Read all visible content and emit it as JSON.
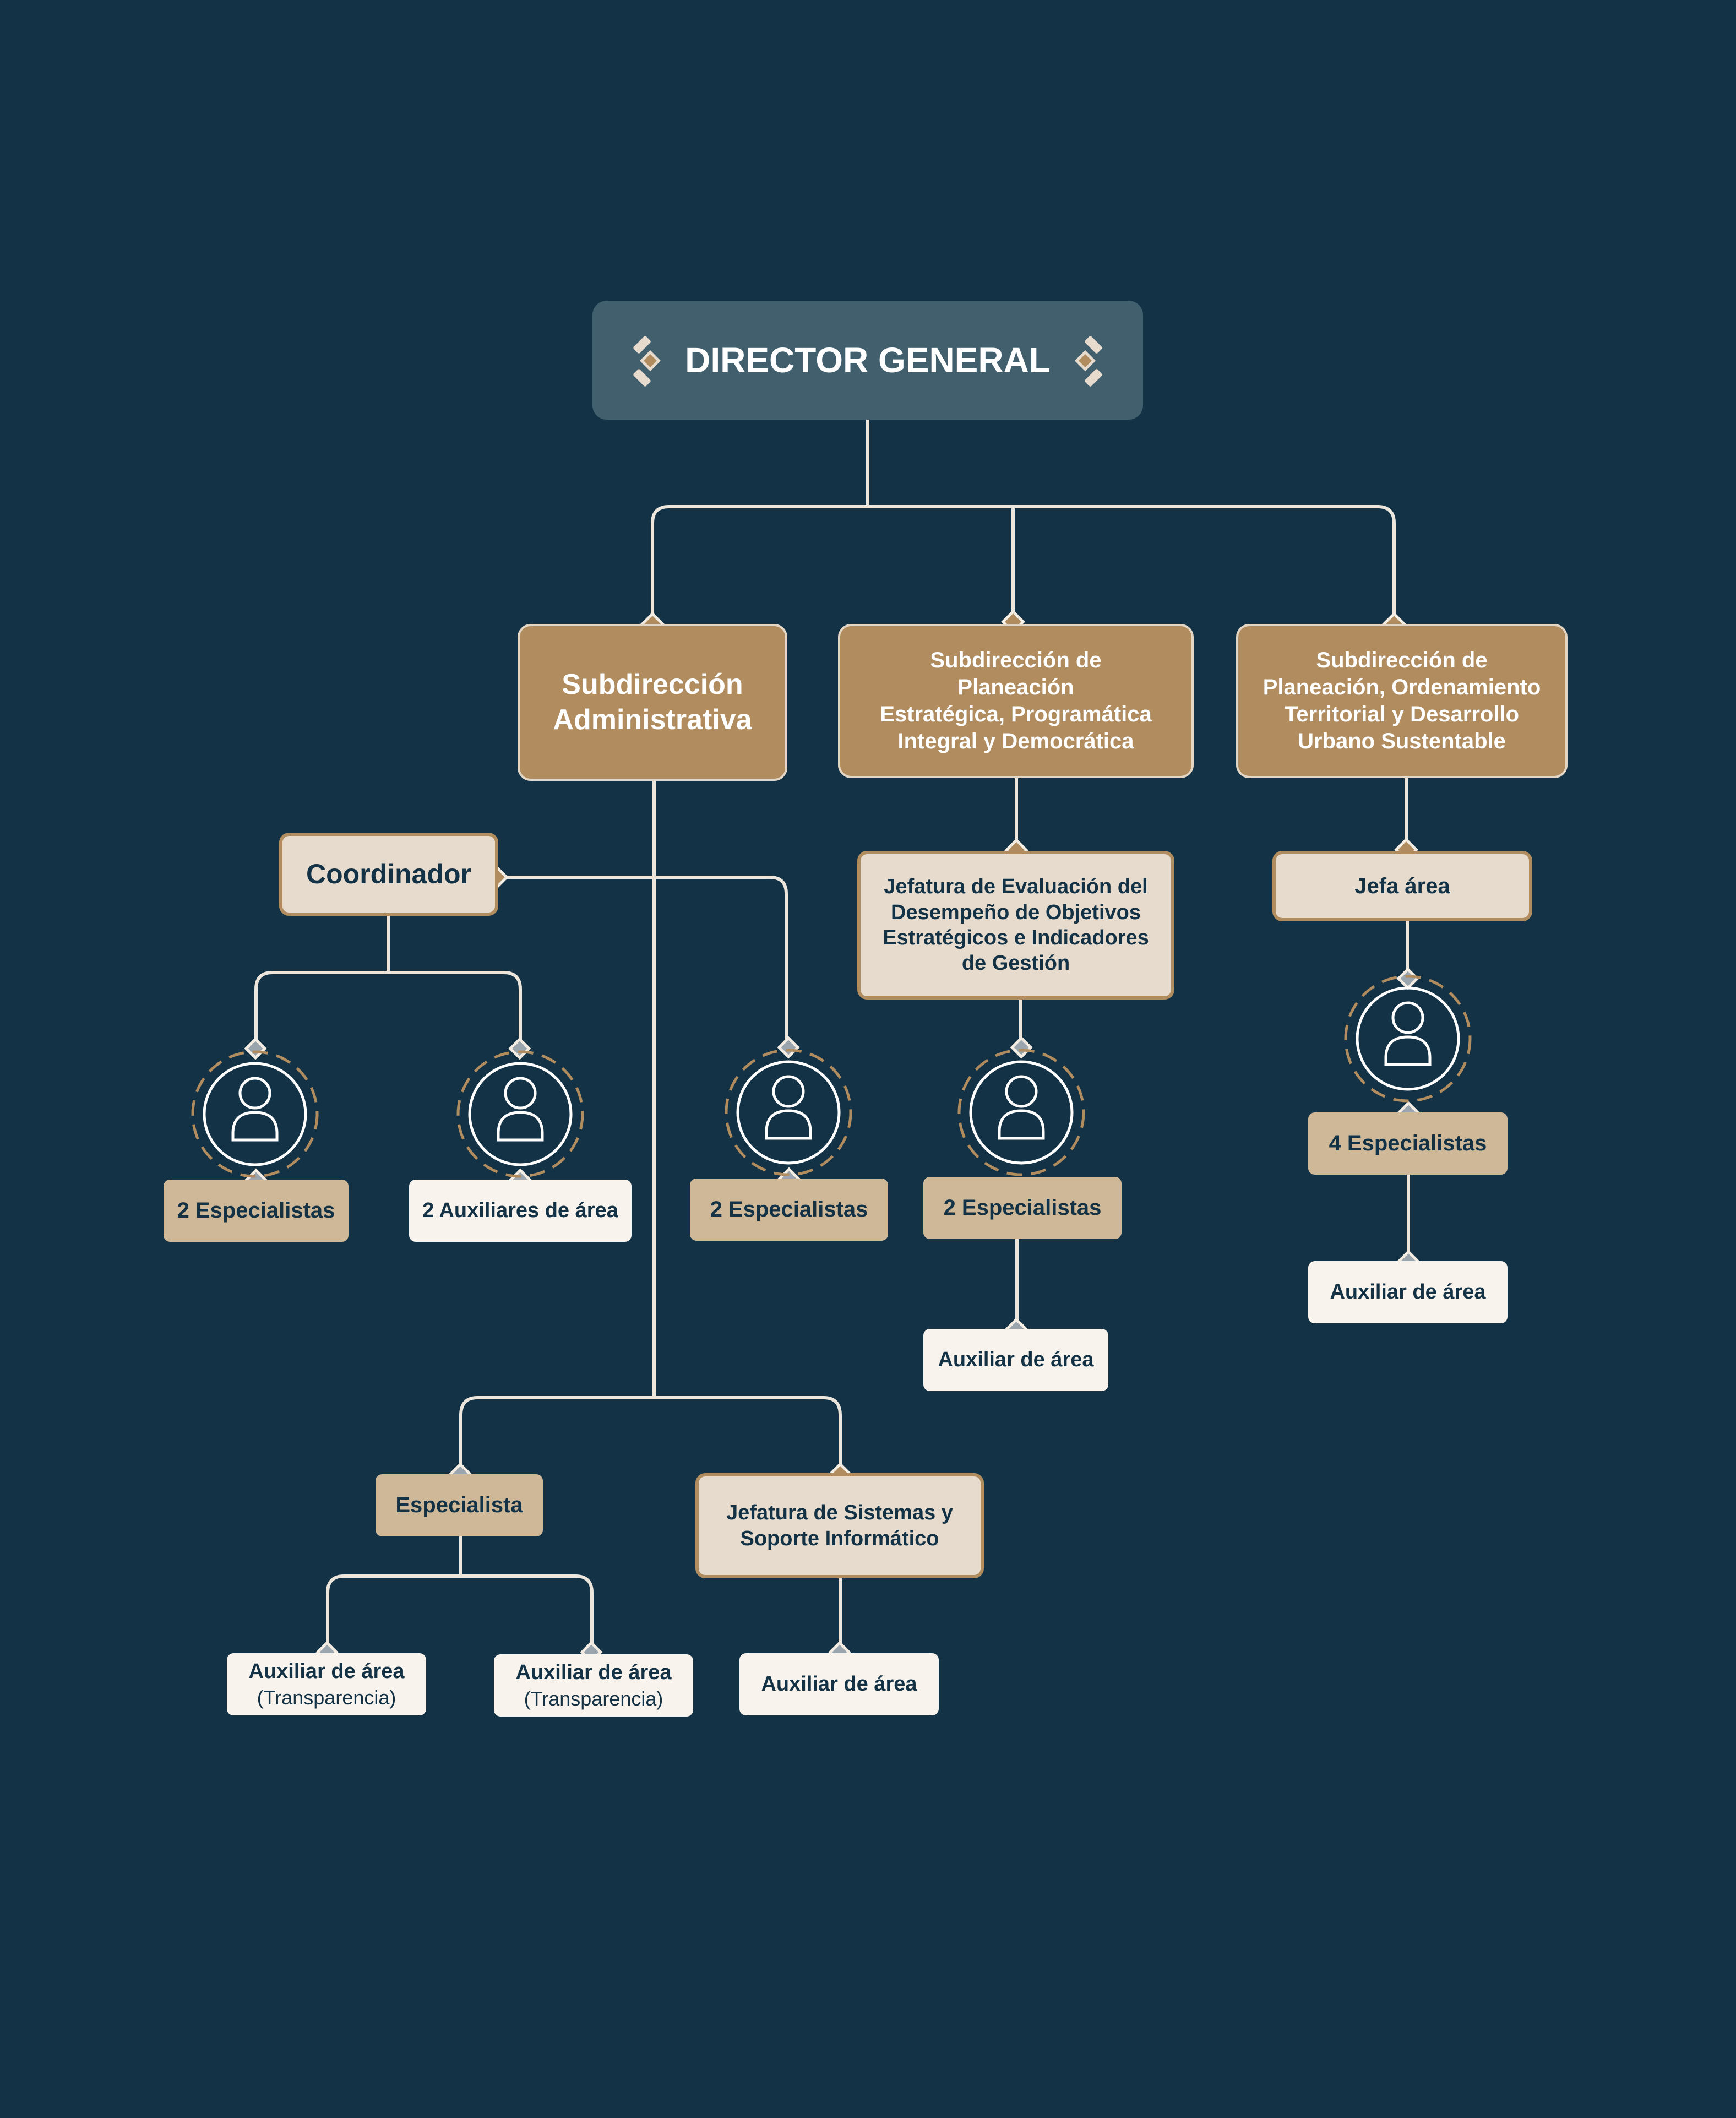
{
  "director": {
    "label": "DIRECTOR GENERAL"
  },
  "subdirecciones": {
    "administrativa": {
      "line1": "Subdirección",
      "line2": "Administrativa"
    },
    "planeacion_estrategica": {
      "lines": [
        "Subdirección de",
        "Planeación",
        "Estratégica, Programática",
        "Integral y Democrática"
      ]
    },
    "planeacion_territorial": {
      "lines": [
        "Subdirección de",
        "Planeación, Ordenamiento",
        "Territorial y Desarrollo",
        "Urbano Sustentable"
      ]
    }
  },
  "coordinador": {
    "label": "Coordinador"
  },
  "jefatura_evaluacion": {
    "lines": [
      "Jefatura de Evaluación del",
      "Desempeño de Objetivos",
      "Estratégicos e Indicadores",
      "de Gestión"
    ]
  },
  "jefa_area": {
    "label": "Jefa área"
  },
  "staff": {
    "coord_especialistas": "2 Especialistas",
    "coord_auxiliares": "2 Auxiliares de área",
    "admin_especialistas": "2 Especialistas",
    "evaluacion_especialistas": "2 Especialistas",
    "territorial_especialistas": "4 Especialistas",
    "evaluacion_auxiliar": "Auxiliar de área",
    "territorial_auxiliar": "Auxiliar de área"
  },
  "especialista": {
    "label": "Especialista"
  },
  "jefatura_sistemas": {
    "lines": [
      "Jefatura de Sistemas y",
      "Soporte Informático"
    ]
  },
  "auxiliares_transparencia": [
    {
      "line1": "Auxiliar de área",
      "line2": "(Transparencia)"
    },
    {
      "line1": "Auxiliar de área",
      "line2": "(Transparencia)"
    }
  ],
  "sistemas_auxiliar": "Auxiliar de área",
  "colors": {
    "background": "#143246",
    "director": "#425f6d",
    "subdireccion": "#b08c5e",
    "light_box": "#e6dbcd",
    "tan_box": "#cfb897",
    "cream_box": "#f8f3ec",
    "connector": "#ece6dc",
    "diamond_gray": "#9aa5ad"
  },
  "icons": {
    "person": "person-icon",
    "director_ornament": "diamond-ornament-icon"
  }
}
